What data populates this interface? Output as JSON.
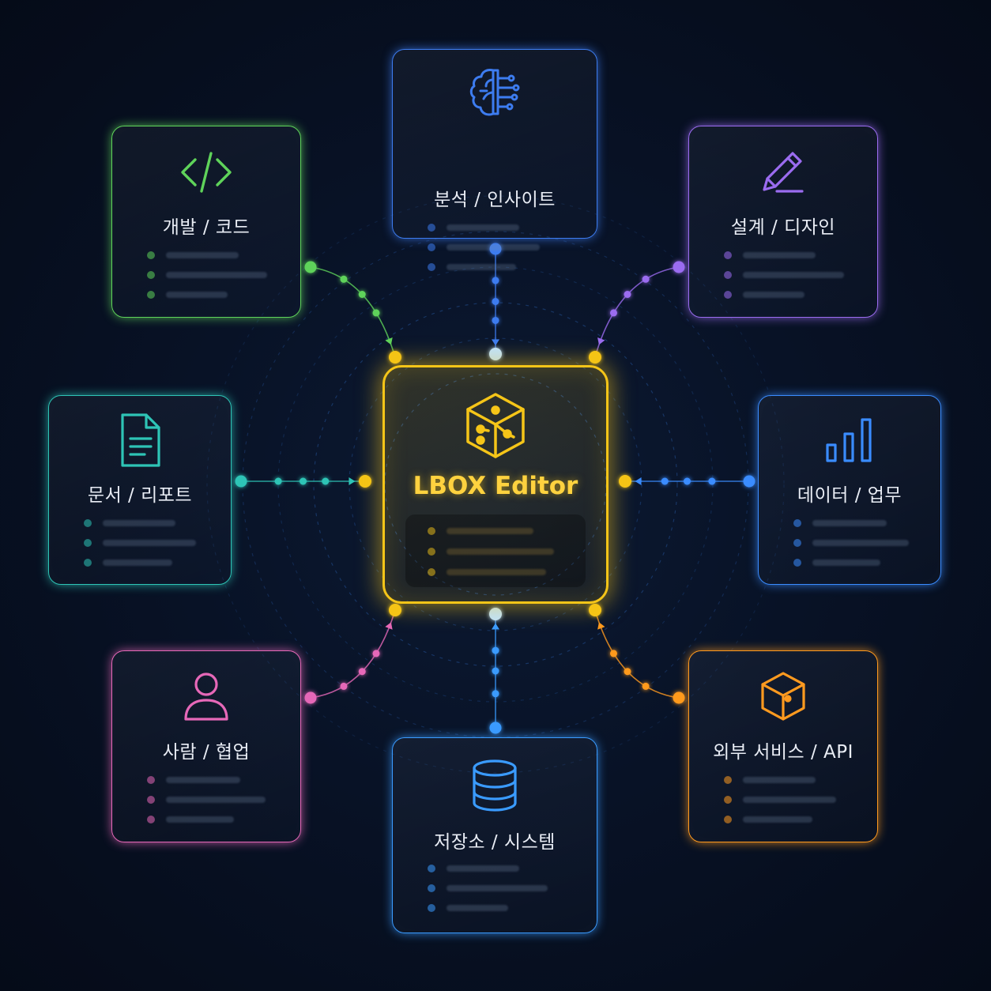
{
  "center": {
    "title": "LBOX Editor",
    "icon": "cube-icon",
    "accent": "#f5c518"
  },
  "nodes": [
    {
      "id": "analysis",
      "title": "분석 / 인사이트",
      "icon": "brain-icon",
      "accent": "#3d7cf0"
    },
    {
      "id": "design",
      "title": "설계 / 디자인",
      "icon": "pencil-icon",
      "accent": "#9b6cf0"
    },
    {
      "id": "data",
      "title": "데이터 / 업무",
      "icon": "bar-chart-icon",
      "accent": "#3a8cff"
    },
    {
      "id": "external",
      "title": "외부 서비스 / API",
      "icon": "box-icon",
      "accent": "#ff9a1f"
    },
    {
      "id": "storage",
      "title": "저장소 / 시스템",
      "icon": "database-icon",
      "accent": "#3a9bff"
    },
    {
      "id": "people",
      "title": "사람 / 협업",
      "icon": "person-icon",
      "accent": "#e668b8"
    },
    {
      "id": "docs",
      "title": "문서 / 리포트",
      "icon": "document-icon",
      "accent": "#2ec4b6"
    },
    {
      "id": "dev",
      "title": "개발 / 코드",
      "icon": "code-icon",
      "accent": "#5fd35a"
    }
  ]
}
